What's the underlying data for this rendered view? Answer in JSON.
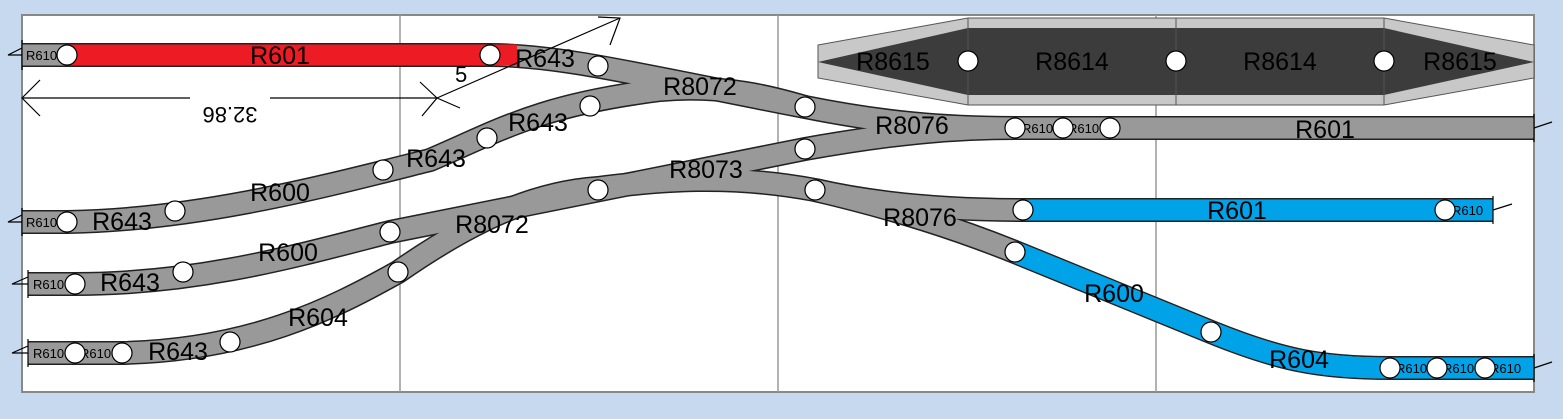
{
  "colors": {
    "background": "#c6d9ef",
    "track": "#999999",
    "selected_red": "#ed1c24",
    "selected_blue": "#00a2e8",
    "platform_dark": "#3c3c3c",
    "platform_light": "#c8c8c8"
  },
  "dimension": {
    "value": "32.86",
    "partial": "5"
  },
  "platform": {
    "labels": [
      "R8615",
      "R8614",
      "R8614",
      "R8615"
    ]
  },
  "track_top": {
    "labels": [
      "R610",
      "R601",
      "R643",
      "R8072",
      "R8076",
      "R610",
      "R610",
      "R601"
    ]
  },
  "track_2": {
    "labels": [
      "R610",
      "R643",
      "R600",
      "R643",
      "R643",
      "R8072"
    ]
  },
  "track_3": {
    "labels": [
      "R610",
      "R643",
      "R600",
      "R8072"
    ]
  },
  "track_4": {
    "labels": [
      "R610",
      "R610",
      "R643",
      "R604",
      "R8073",
      "R8076",
      "R601",
      "R610"
    ]
  },
  "track_branch": {
    "labels": [
      "R8076",
      "R600",
      "R604",
      "R610",
      "R610",
      "R610"
    ]
  }
}
